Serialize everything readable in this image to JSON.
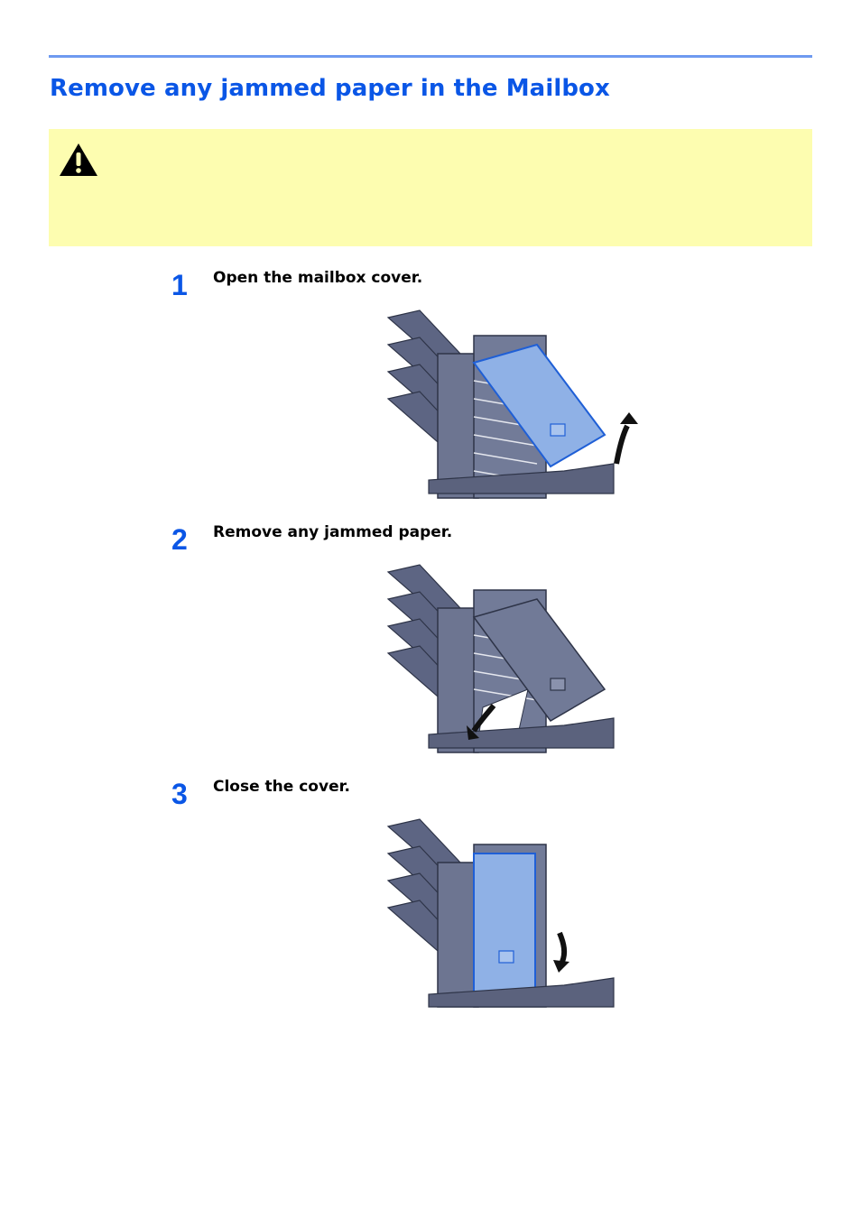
{
  "page": {
    "title": "Remove any jammed paper in the Mailbox"
  },
  "caution": {
    "icon": "warning-triangle-icon",
    "background_color": "#fdfdb0"
  },
  "steps": [
    {
      "number": "1",
      "text": "Open the mailbox cover.",
      "illustration": "mailbox-cover-open-illustration"
    },
    {
      "number": "2",
      "text": "Remove any jammed paper.",
      "illustration": "remove-jammed-paper-illustration"
    },
    {
      "number": "3",
      "text": "Close the cover.",
      "illustration": "mailbox-cover-close-illustration"
    }
  ],
  "colors": {
    "accent": "#0a56e6",
    "rule": "#6f9af0",
    "device": "#6d7591",
    "cover_highlight": "#8fb1e6"
  }
}
